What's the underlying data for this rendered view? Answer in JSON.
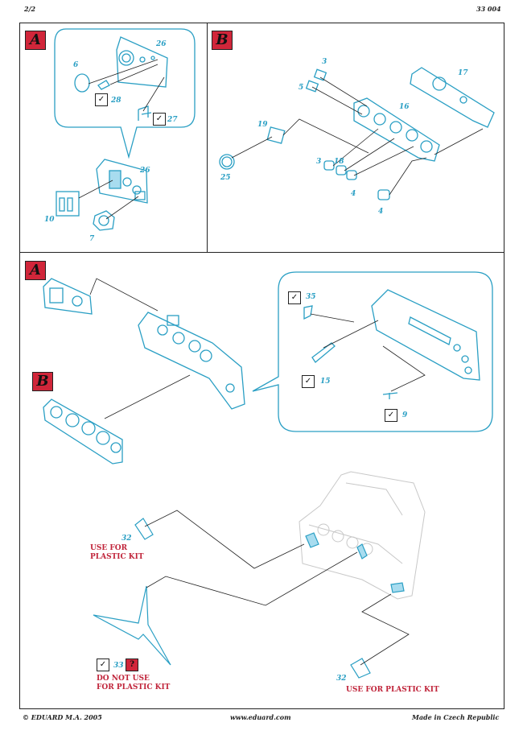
{
  "header": {
    "page": "2/2",
    "code": "33 004"
  },
  "badges": {
    "a": "A",
    "b": "B"
  },
  "parts": {
    "p6": "6",
    "p26a": "26",
    "p28": "28",
    "p27": "27",
    "p26b": "26",
    "p10": "10",
    "p7": "7",
    "p3a": "3",
    "p17": "17",
    "p5": "5",
    "p16": "16",
    "p19": "19",
    "p25": "25",
    "p3b": "3",
    "p18": "18",
    "p4a": "4",
    "p4b": "4",
    "p35": "35",
    "p15": "15",
    "p9": "9",
    "p32a": "32",
    "p33": "33",
    "p32b": "32"
  },
  "notes": {
    "use_plastic_1a": "USE FOR",
    "use_plastic_1b": "PLASTIC KIT",
    "dont_use_a": "DO NOT USE",
    "dont_use_b": "FOR PLASTIC KIT",
    "use_plastic_2": "USE FOR PLASTIC KIT",
    "question": "?",
    "check": "✓"
  },
  "footer": {
    "copyright": "© EDUARD  M.A. 2005",
    "url": "www.eduard.com",
    "made": "Made in Czech Republic"
  },
  "colors": {
    "part_blue": "#2a9fc4",
    "badge_red": "#d1263a",
    "note_red": "#c0243a"
  }
}
